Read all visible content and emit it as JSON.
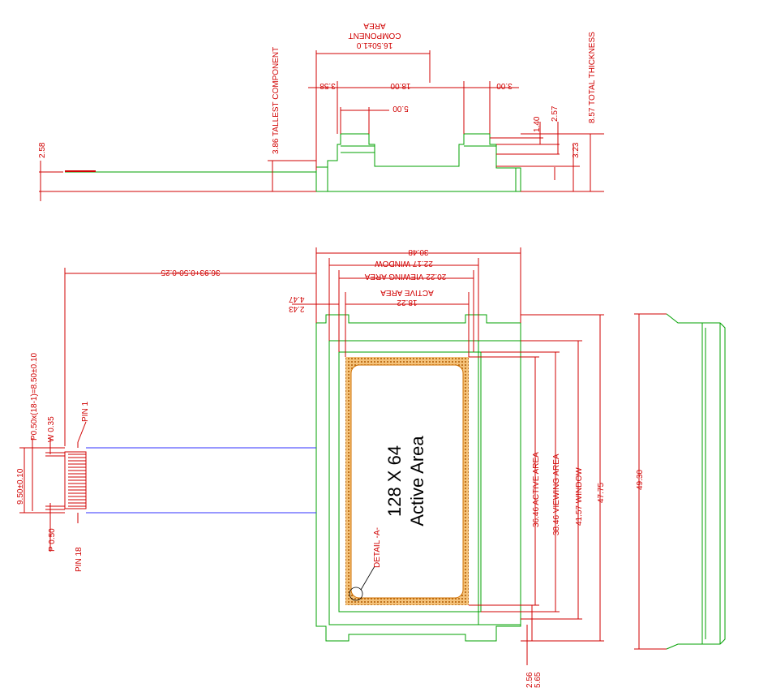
{
  "colors": {
    "dimension": "#d00000",
    "outline": "#00a000",
    "flex": "#3030ff",
    "active": "#d07000"
  },
  "side_view": {
    "total_thickness": "8.57 TOTAL THICKNESS",
    "tallest_component": "3.86 TALLEST COMPONENT",
    "component_area_1": "16.50±1.0",
    "component_area_2": "COMPONENT",
    "component_area_3": "AREA",
    "d_3_58": "3.58",
    "d_18_00": "18.00",
    "d_3_00": "3.00",
    "d_5_00": "5.00",
    "d_1_40": "1.40",
    "d_2_57": "2.57",
    "d_3_23": "3.23",
    "d_2_58": "2.58"
  },
  "front_view": {
    "d_30_48": "30.48",
    "window_w": "22.17 WINDOW",
    "viewing_w": "20.22 VIEWING AREA",
    "active_w_1": "18.22",
    "active_w_2": "ACTIVE AREA",
    "d_2_43": "2.43",
    "d_4_47": "4.47",
    "fpc_length": "36.93+0.50-0.25",
    "pitch_total": "P0.50x(18-1)=8.50±0.10",
    "width_w": "W 0.35",
    "fpc_width": "9.50±0.10",
    "pitch_p": "P 0.50",
    "pin1": "PIN 1",
    "pin18": "PIN 18",
    "resolution": "128 X 64",
    "active_area": "Active Area",
    "detail": "DETAIL -A-",
    "active_h": "36.46 ACTIVE AREA",
    "viewing_h": "38.46 VIEWING AREA",
    "window_h": "41.57 WINDOW",
    "d_47_75": "47.75",
    "d_2_56": "2.56",
    "d_5_65": "5.65",
    "d_49_30": "49.30"
  }
}
